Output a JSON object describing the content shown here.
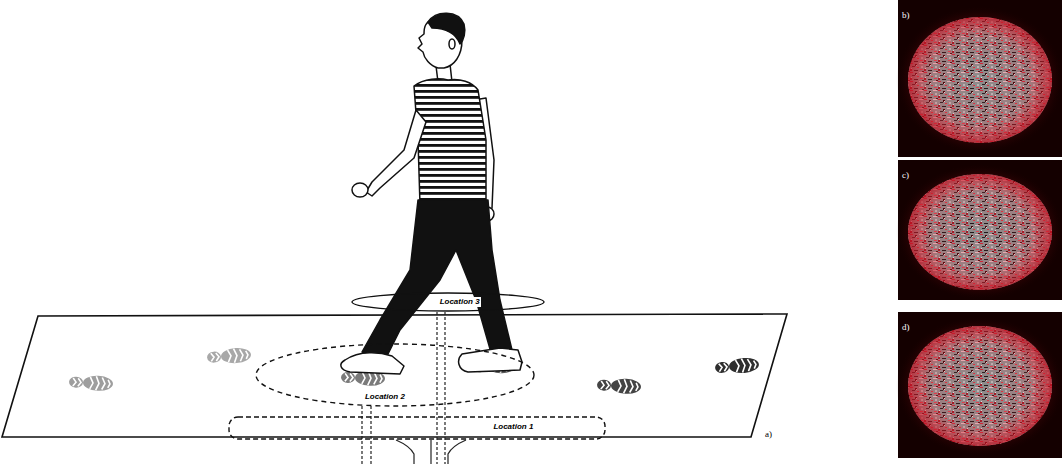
{
  "diagram": {
    "nodes": [
      {
        "text": [
          "Location 3"
        ]
      },
      {
        "text": [
          "Location 2"
        ]
      },
      {
        "text": [
          "Location 1"
        ]
      }
    ],
    "labels": [
      "a)",
      "b)",
      "c)",
      "d)"
    ]
  }
}
